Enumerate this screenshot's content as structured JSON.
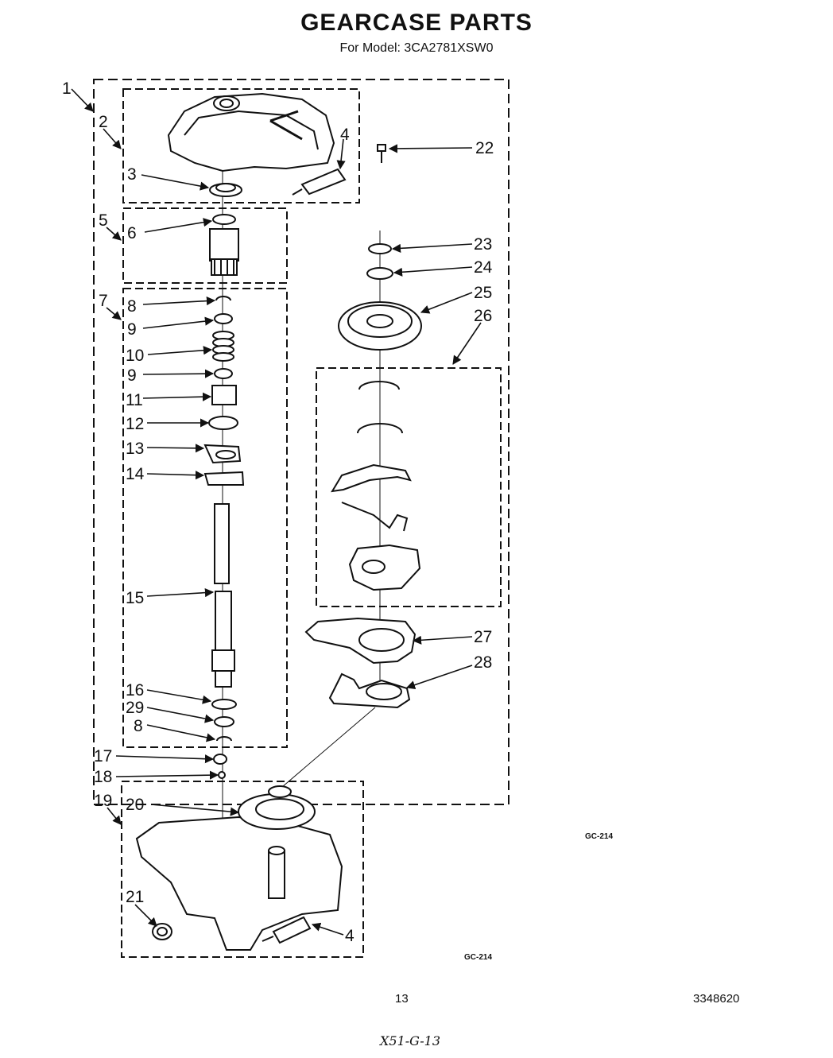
{
  "header": {
    "title": "GEARCASE PARTS",
    "subtitle": "For Model: 3CA2781XSW0"
  },
  "callouts": {
    "c1": "1",
    "c2": "2",
    "c3": "3",
    "c4a": "4",
    "c5": "5",
    "c6": "6",
    "c7": "7",
    "c8a": "8",
    "c9a": "9",
    "c10": "10",
    "c9b": "9",
    "c11": "11",
    "c12": "12",
    "c13": "13",
    "c14": "14",
    "c15": "15",
    "c16": "16",
    "c29": "29",
    "c8b": "8",
    "c17": "17",
    "c18": "18",
    "c19": "19",
    "c20": "20",
    "c21": "21",
    "c4b": "4",
    "c22": "22",
    "c23": "23",
    "c24": "24",
    "c25": "25",
    "c26": "26",
    "c27": "27",
    "c28": "28"
  },
  "labels": {
    "gc_right": "GC-214",
    "gc_box": "GC-214"
  },
  "footer": {
    "page_number": "13",
    "doc_number": "3348620",
    "handwritten": "X51-G-13"
  }
}
